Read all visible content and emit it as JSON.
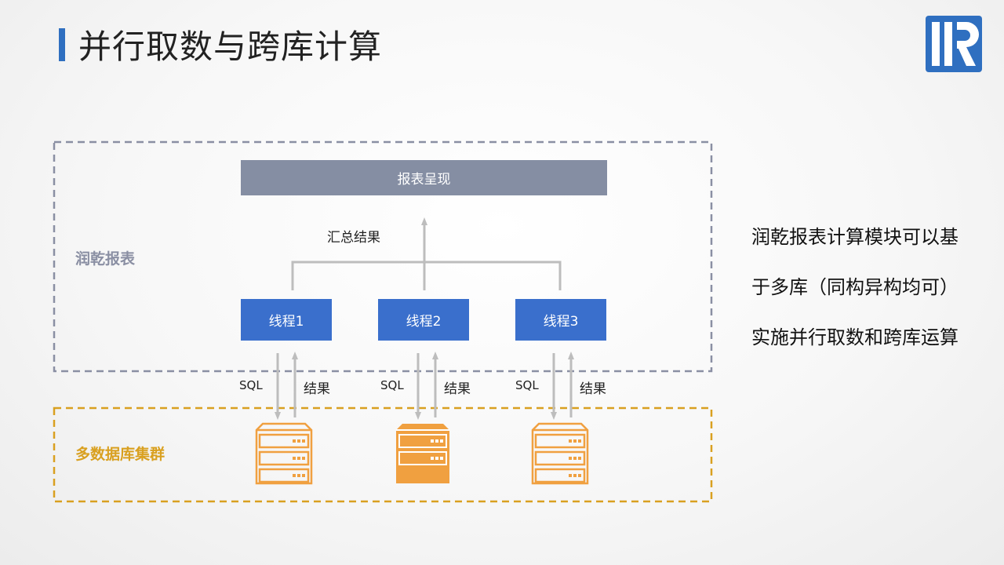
{
  "title": "并行取数与跨库计算",
  "report_box": "报表呈现",
  "summary_label": "汇总结果",
  "threads": [
    "线程1",
    "线程2",
    "线程3"
  ],
  "sql_label": "SQL",
  "result_label": "结果",
  "group_top_label": "润乾报表",
  "group_bottom_label": "多数据库集群",
  "note_text": "润乾报表计算模块可以基于多库（同构异构均可）实施并行取数和跨库运算",
  "colors": {
    "accent_blue": "#2f6fc0",
    "thread_blue": "#3a6fcc",
    "report_gray": "#858ea3",
    "db_orange": "#f0a040",
    "group_gray": "#8a8fa3",
    "group_orange": "#d9a020",
    "connector": "#bdbdbd"
  },
  "icons": {
    "logo": "runqian-r-logo-icon",
    "database": "database-server-icon"
  }
}
